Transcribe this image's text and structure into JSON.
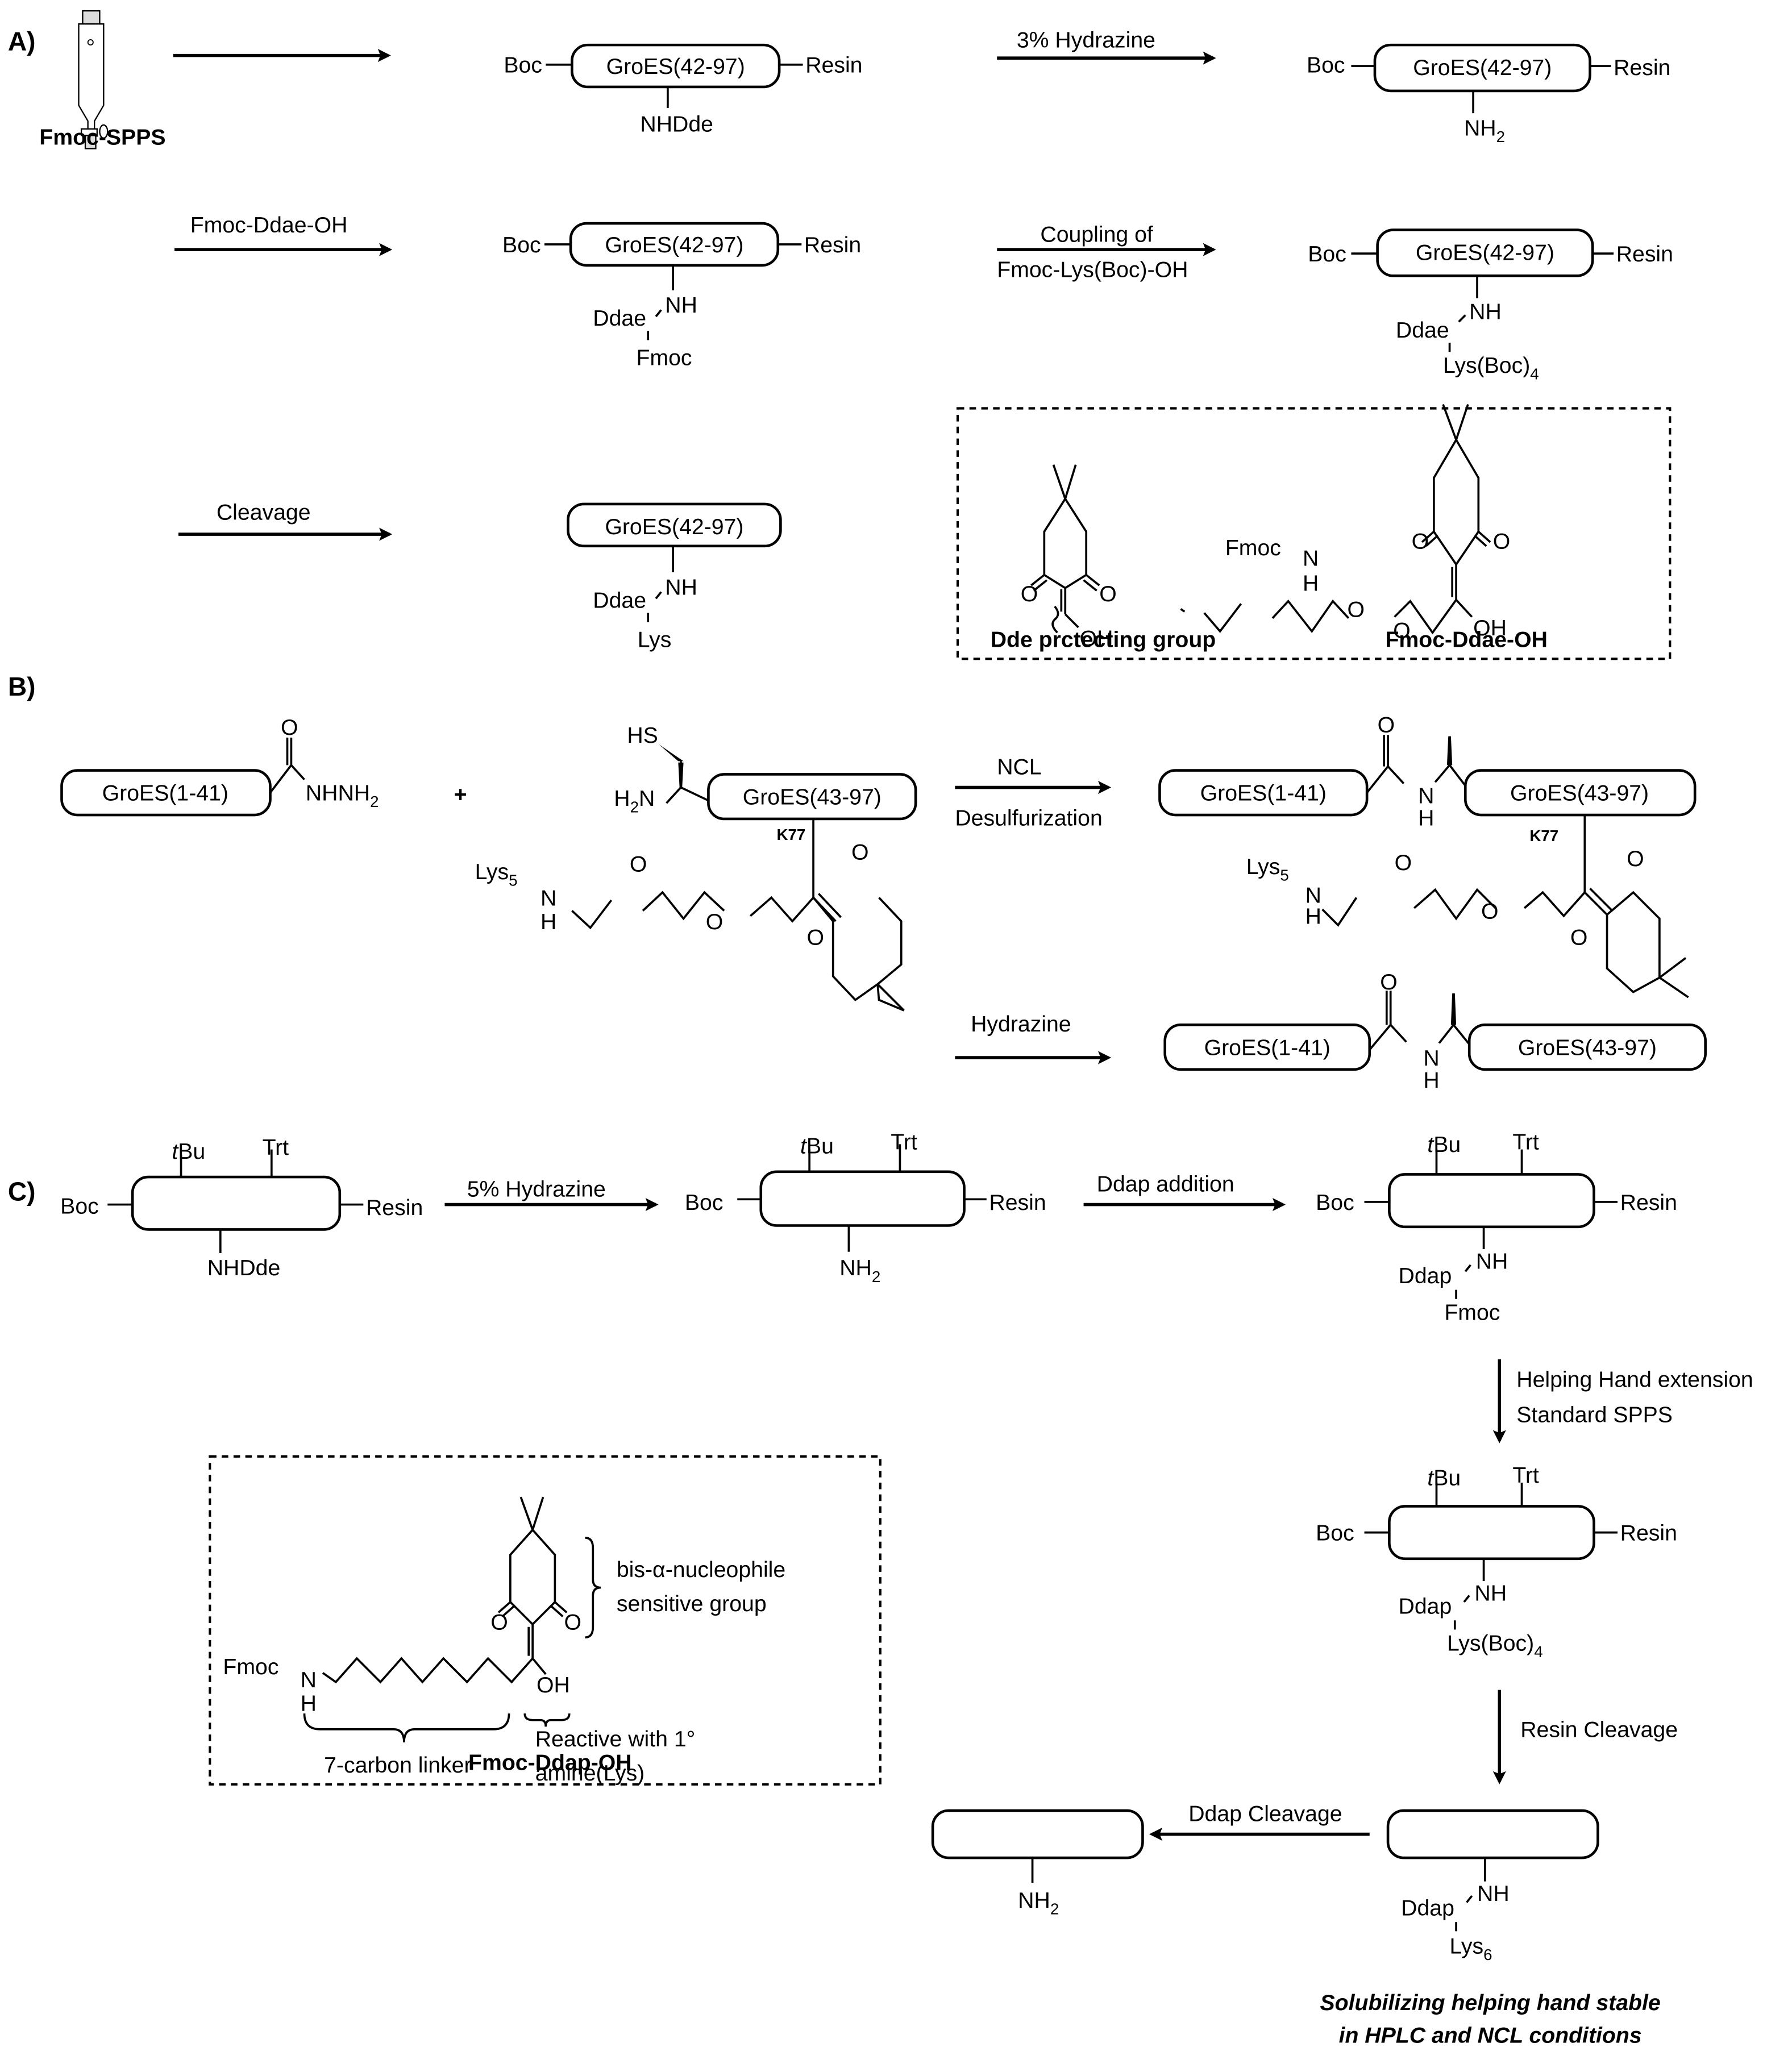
{
  "panels": {
    "a": "A)",
    "b": "B)",
    "c": "C)"
  },
  "section_a": {
    "start_label": "Fmoc-SPPS",
    "start_icon": "spps-vessel-icon",
    "step1": {
      "reagent": "",
      "peptide": "GroES(42-97)",
      "n_term": "Boc",
      "c_term": "Resin",
      "side": "NHDde"
    },
    "step2": {
      "reagent": "3% Hydrazine",
      "peptide": "GroES(42-97)",
      "n_term": "Boc",
      "c_term": "Resin",
      "side": "NH",
      "side_sub": "2"
    },
    "step3": {
      "reagent": "Fmoc-Ddae-OH",
      "peptide": "GroES(42-97)",
      "n_term": "Boc",
      "c_term": "Resin",
      "nh": "NH",
      "linker": "Ddae",
      "tail": "Fmoc"
    },
    "step4": {
      "reagent_line1": "Coupling of",
      "reagent_line2": "Fmoc-Lys(Boc)-OH",
      "peptide": "GroES(42-97)",
      "n_term": "Boc",
      "c_term": "Resin",
      "nh": "NH",
      "linker": "Ddae",
      "tail": "Lys(Boc)",
      "tail_sub": "4"
    },
    "step5": {
      "reagent": "Cleavage",
      "peptide": "GroES(42-97)",
      "nh": "NH",
      "linker": "Ddae",
      "tail": "Lys"
    },
    "inset": {
      "dde_caption": "Dde prctecting group",
      "ddae_caption": "Fmoc-Ddae-OH",
      "atoms": {
        "o": "O",
        "oh": "OH",
        "fmoc": "Fmoc",
        "n": "N",
        "h": "H"
      }
    }
  },
  "section_b": {
    "frag1": {
      "peptide": "GroES(1-41)",
      "group": "NHNH",
      "group_sub": "2",
      "o": "O"
    },
    "plus": "+",
    "frag2": {
      "peptide": "GroES(43-97)",
      "hs": "HS",
      "h2n_h": "H",
      "h2n_sub": "2",
      "h2n_n": "N",
      "site": "K77",
      "lys": "Lys",
      "lys_sub": "5",
      "n": "N",
      "h": "H",
      "o": "O"
    },
    "step1": {
      "reagent_top": "NCL",
      "reagent_bottom": "Desulfurization",
      "left_peptide": "GroES(1-41)",
      "right_peptide": "GroES(43-97)",
      "site": "K77"
    },
    "step2": {
      "reagent": "Hydrazine",
      "left_peptide": "GroES(1-41)",
      "right_peptide": "GroES(43-97)"
    }
  },
  "section_c": {
    "start": {
      "n_term": "Boc",
      "c_term": "Resin",
      "top1": "tBu",
      "top1_prefix": "t",
      "top1_rest": "Bu",
      "top2": "Trt",
      "side": "NHDde"
    },
    "step1": {
      "reagent": "5% Hydrazine",
      "n_term": "Boc",
      "c_term": "Resin",
      "top1_prefix": "t",
      "top1_rest": "Bu",
      "top2": "Trt",
      "side": "NH",
      "side_sub": "2"
    },
    "step2": {
      "reagent": "Ddap addition",
      "n_term": "Boc",
      "c_term": "Resin",
      "top1_prefix": "t",
      "top1_rest": "Bu",
      "top2": "Trt",
      "nh": "NH",
      "linker": "Ddap",
      "tail": "Fmoc"
    },
    "step3": {
      "reagent_line1": "Helping Hand extension",
      "reagent_line2": "Standard SPPS",
      "n_term": "Boc",
      "c_term": "Resin",
      "top1_prefix": "t",
      "top1_rest": "Bu",
      "top2": "Trt",
      "nh": "NH",
      "linker": "Ddap",
      "tail": "Lys(Boc)",
      "tail_sub": "4"
    },
    "step4": {
      "reagent": "Resin Cleavage",
      "nh": "NH",
      "linker": "Ddap",
      "tail": "Lys",
      "tail_sub": "6"
    },
    "step5": {
      "reagent": "Ddap Cleavage",
      "side": "NH",
      "side_sub": "2"
    },
    "caption_line1": "Solubilizing helping hand stable",
    "caption_line2": "in HPLC and NCL conditions",
    "inset": {
      "fmoc": "Fmoc",
      "n": "N",
      "h": "H",
      "o": "O",
      "oh": "OH",
      "brace_right_line1": "bis-α-nucleophile",
      "brace_right_line2": "sensitive group",
      "brace_bottom_left": "7-carbon linker",
      "brace_bottom_right_line1": "Reactive with 1°",
      "brace_bottom_right_line2": "amine(Lys)",
      "caption": "Fmoc-Ddap-OH"
    }
  }
}
